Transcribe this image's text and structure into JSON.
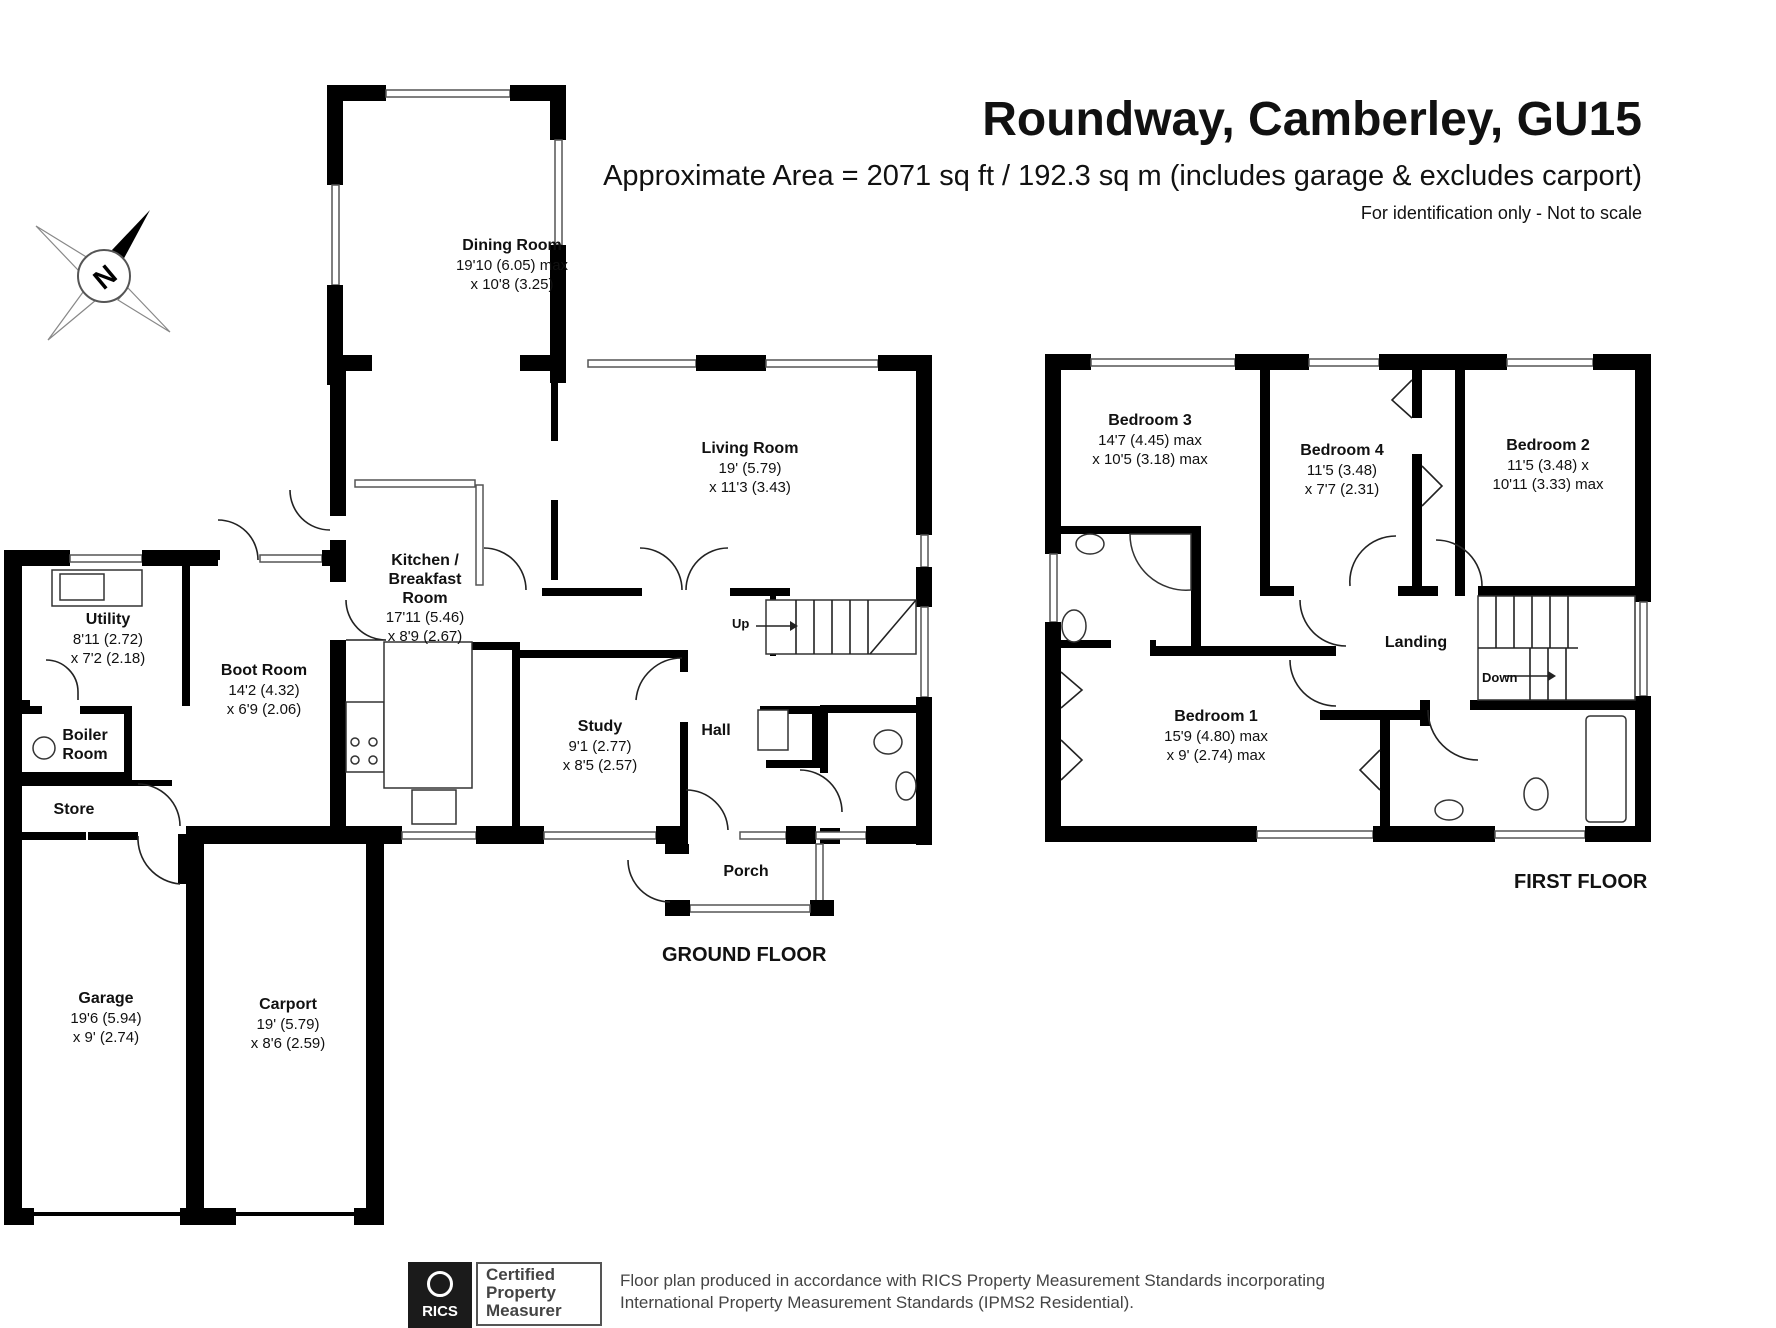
{
  "header": {
    "title": "Roundway, Camberley, GU15",
    "area": "Approximate Area = 2071 sq ft / 192.3 sq m (includes garage & excludes carport)",
    "identification": "For identification only - Not to scale"
  },
  "compass": {
    "label": "N"
  },
  "ground_floor": {
    "label": "GROUND FLOOR",
    "rooms": {
      "dining": {
        "name": "Dining Room",
        "dim1": "19'10 (6.05) max",
        "dim2": "x 10'8 (3.25)"
      },
      "living": {
        "name": "Living Room",
        "dim1": "19' (5.79)",
        "dim2": "x 11'3 (3.43)"
      },
      "kitchen": {
        "name1": "Kitchen /",
        "name2": "Breakfast",
        "name3": "Room",
        "dim1": "17'11 (5.46)",
        "dim2": "x 8'9 (2.67)"
      },
      "utility": {
        "name": "Utility",
        "dim1": "8'11 (2.72)",
        "dim2": "x 7'2 (2.18)"
      },
      "boot": {
        "name": "Boot Room",
        "dim1": "14'2 (4.32)",
        "dim2": "x 6'9 (2.06)"
      },
      "boiler": {
        "name1": "Boiler",
        "name2": "Room"
      },
      "store": {
        "name": "Store"
      },
      "study": {
        "name": "Study",
        "dim1": "9'1 (2.77)",
        "dim2": "x 8'5 (2.57)"
      },
      "hall": {
        "name": "Hall"
      },
      "porch": {
        "name": "Porch"
      },
      "garage": {
        "name": "Garage",
        "dim1": "19'6 (5.94)",
        "dim2": "x 9' (2.74)"
      },
      "carport": {
        "name": "Carport",
        "dim1": "19' (5.79)",
        "dim2": "x 8'6 (2.59)"
      }
    },
    "stairs_label": "Up"
  },
  "first_floor": {
    "label": "FIRST FLOOR",
    "rooms": {
      "bedroom3": {
        "name": "Bedroom 3",
        "dim1": "14'7 (4.45) max",
        "dim2": "x 10'5 (3.18) max"
      },
      "bedroom4": {
        "name": "Bedroom 4",
        "dim1": "11'5 (3.48)",
        "dim2": "x 7'7 (2.31)"
      },
      "bedroom2": {
        "name": "Bedroom 2",
        "dim1": "11'5 (3.48) x",
        "dim2": "10'11 (3.33) max"
      },
      "bedroom1": {
        "name": "Bedroom 1",
        "dim1": "15'9 (4.80) max",
        "dim2": "x 9' (2.74) max"
      },
      "landing": {
        "name": "Landing"
      }
    },
    "stairs_label": "Down"
  },
  "footer": {
    "rics_logo": "RICS",
    "certified": [
      "Certified",
      "Property",
      "Measurer"
    ],
    "note_line1": "Floor plan produced in accordance with RICS Property Measurement Standards incorporating",
    "note_line2": "International Property Measurement Standards (IPMS2 Residential)."
  }
}
